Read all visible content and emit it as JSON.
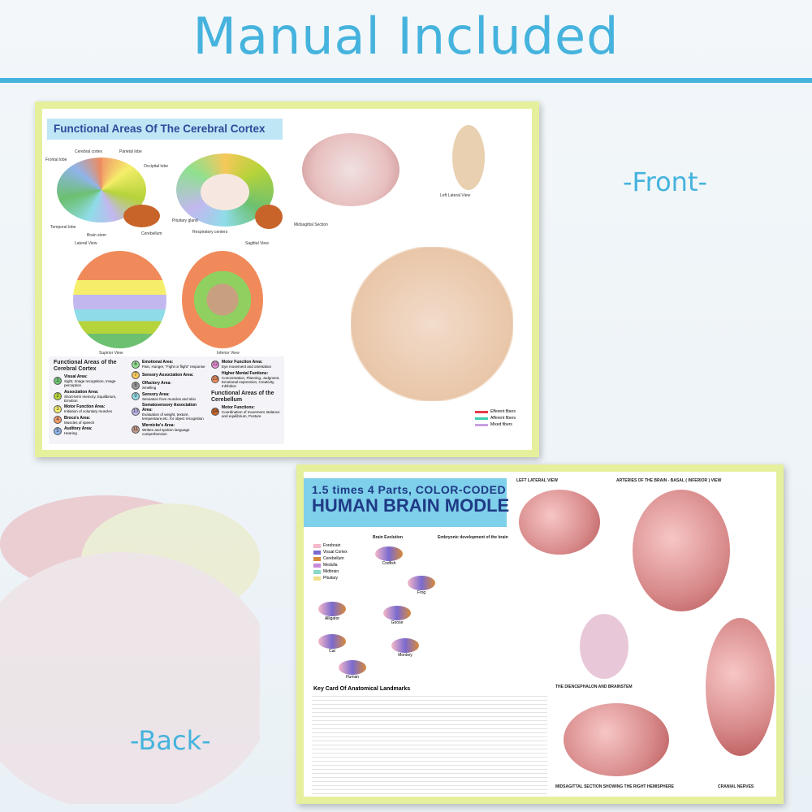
{
  "headline": "Manual Included",
  "labels": {
    "front": "-Front-",
    "back": "-Back-"
  },
  "colors": {
    "accent": "#45b3dd",
    "poster_border": "#e6f09c",
    "front_title_bg": "#bfe6f5",
    "back_title_bg": "#7fd0ea",
    "title_text": "#2b4a9a"
  },
  "front": {
    "title": "Functional Areas Of The Cerebral Cortex",
    "views": {
      "lateral": "Lateral View",
      "sagittal": "Sagittal View",
      "superior": "Supirior View",
      "inferior": "Inferior View",
      "midsagittal": "Midsagittal Section",
      "left_lateral": "Left Lateral View"
    },
    "brain_labels": [
      "Cerebral cortex",
      "Parietal lobe",
      "Frontal lobe",
      "Occipital lobe",
      "Temporal lobe",
      "Brain stem",
      "Cerebellum",
      "Pituitary gland",
      "Respiratory centers"
    ],
    "legend_heading": "Functional Areas of the Cerebral Cortex",
    "cerebellum_heading": "Functional Areas of the Cerebellum",
    "legend": [
      {
        "n": "1",
        "name": "Visual Area:",
        "desc": "Sight, Image recognition, Image perception",
        "color": "#6cc070"
      },
      {
        "n": "2",
        "name": "Association Area:",
        "desc": "Short-term memory, Equilibrium, Emotion",
        "color": "#b5d33a"
      },
      {
        "n": "3",
        "name": "Motor Function Area:",
        "desc": "Initiation of voluntary muscles",
        "color": "#f5ee6a"
      },
      {
        "n": "4",
        "name": "Broca's Area:",
        "desc": "Muscles of speech",
        "color": "#f29a6a"
      },
      {
        "n": "5",
        "name": "Auditory Area:",
        "desc": "Hearing",
        "color": "#8fb4ea"
      },
      {
        "n": "6",
        "name": "Emotional Area:",
        "desc": "Pain, Hunger, \"Fight or flight\" response",
        "color": "#8fe08f"
      },
      {
        "n": "7",
        "name": "Sensory Association Area:",
        "desc": "",
        "color": "#f6c85a"
      },
      {
        "n": "8",
        "name": "Olfactory Area:",
        "desc": "Smelling",
        "color": "#9a9a9a"
      },
      {
        "n": "9",
        "name": "Sensory Area:",
        "desc": "Sensation from muscles and skin",
        "color": "#8fdce8"
      },
      {
        "n": "10",
        "name": "Somatosensory Association Area:",
        "desc": "Evaluation of weight, texture, temperature,etc. for object recognition",
        "color": "#c2b8ef"
      },
      {
        "n": "11",
        "name": "Wernicke's Area:",
        "desc": "Written and spoken language comprehension",
        "color": "#c49a8a"
      },
      {
        "n": "12",
        "name": "Motor Function Area:",
        "desc": "Eye movement and orientation",
        "color": "#e88fd8"
      },
      {
        "n": "13",
        "name": "Higher Mental Funtions:",
        "desc": "Concentration, Planning, Judgment, Emotional expression, Creativity, Inhibition",
        "color": "#f08a5a"
      },
      {
        "n": "14",
        "name": "Motor Functions:",
        "desc": "Coordination of movement, Balance and equilibrium, Posture",
        "color": "#c8642a"
      }
    ],
    "fibers": [
      {
        "label": "Efferent fibers",
        "color": "#e83a4a"
      },
      {
        "label": "Afferent fibers",
        "color": "#3ad0b0"
      },
      {
        "label": "Mixed fibers",
        "color": "#c8a0e0"
      }
    ]
  },
  "back": {
    "title_line1": "1.5 times 4 Parts, COLOR-CODED",
    "title_line2": "HUMAN BRAIN MODLE",
    "sections": {
      "evolution": "Brain Evolution",
      "embryonic": "Embryonic development of the brain",
      "left_lateral": "LEFT LATERAL VIEW",
      "arteries": "ARTERIES OF THE BRAIN - BASAL ( INFERIOR ) VIEW",
      "diencephalon": "THE DIENCEPHALON AND BRAINSTEM",
      "midsagittal": "MIDSAGITTAL SECTION SHOWING THE RIGHT HEMISPHERE",
      "cranial": "CRANIAL NERVES",
      "keycard": "Key Card Of Anatomical Landmarks"
    },
    "brain_parts": [
      {
        "label": "Forebrain",
        "color": "#f5b8c8"
      },
      {
        "label": "Visual Cortex",
        "color": "#7a6ad0"
      },
      {
        "label": "Cerebellum",
        "color": "#d88a3a"
      },
      {
        "label": "Medulla",
        "color": "#c88ad8"
      },
      {
        "label": "Midbrain",
        "color": "#8ad8c8"
      },
      {
        "label": "Pituitary",
        "color": "#f0e08a"
      }
    ],
    "species": [
      "Codfish",
      "Frog",
      "Alligator",
      "Goose",
      "Cat",
      "Monkey",
      "Human"
    ]
  }
}
